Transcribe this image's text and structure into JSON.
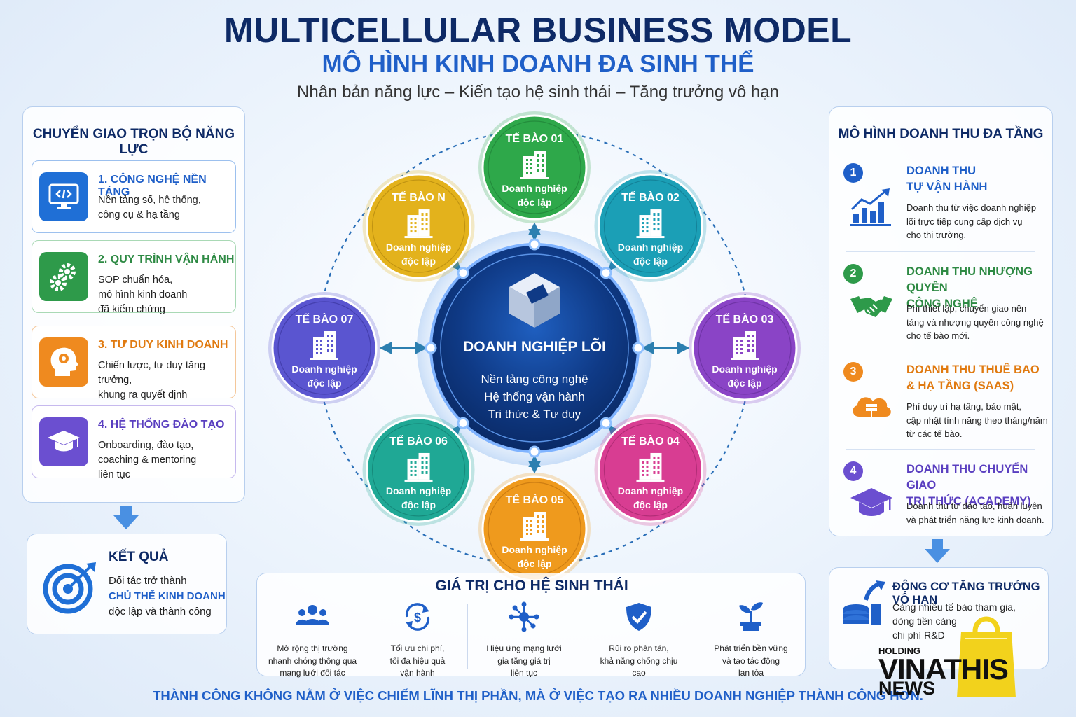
{
  "header": {
    "title": "MULTICELLULAR BUSINESS MODEL",
    "subtitle": "MÔ HÌNH KINH DOANH ĐA SINH THỂ",
    "tagline": "Nhân bản năng lực – Kiến tạo hệ sinh thái – Tăng trưởng vô hạn"
  },
  "left_panel": {
    "heading": "CHUYỂN GIAO TRỌN BỘ NĂNG LỰC",
    "items": [
      {
        "title": "1. CÔNG NGHỆ NỀN TẢNG",
        "desc": "Nền tảng số, hệ thống,\ncông cụ & hạ tầng",
        "color": "#1f6fd6",
        "icon": "code-monitor-icon"
      },
      {
        "title": "2. QUY TRÌNH VẬN HÀNH",
        "desc": "SOP chuẩn hóa,\nmô hình kinh doanh\nđã kiểm chứng",
        "color": "#2e9a4a",
        "icon": "gears-icon"
      },
      {
        "title": "3. TƯ DUY KINH DOANH",
        "desc": "Chiến lược, tư duy tăng trưởng,\nkhung ra quyết định",
        "color": "#ef8a1f",
        "icon": "head-brain-icon"
      },
      {
        "title": "4. HỆ THỐNG ĐÀO TẠO",
        "desc": "Onboarding, đào tạo,\ncoaching & mentoring\nliên tục",
        "color": "#6b4fd0",
        "icon": "graduation-cap-icon"
      }
    ]
  },
  "result": {
    "title": "KẾT QUẢ",
    "line1": "Đối tác trở thành",
    "line2": "CHỦ THỂ KINH DOANH",
    "line3": "độc lập và thành công",
    "icon": "target-icon"
  },
  "center": {
    "core_title": "DOANH NGHIỆP LÕI",
    "core_lines": [
      "Nền tảng công nghệ",
      "Hệ thống vận hành",
      "Tri thức & Tư duy"
    ],
    "cells": [
      {
        "name": "TẾ BÀO 01",
        "desc1": "Doanh nghiệp",
        "desc2": "độc lập",
        "color": "#2ea84a",
        "dark": "#1d7a33"
      },
      {
        "name": "TẾ BÀO 02",
        "desc1": "Doanh nghiệp",
        "desc2": "độc lập",
        "color": "#1b9fb6",
        "dark": "#0f6f86"
      },
      {
        "name": "TẾ BÀO 03",
        "desc1": "Doanh nghiệp",
        "desc2": "độc lập",
        "color": "#8a44c6",
        "dark": "#5f2a93"
      },
      {
        "name": "TẾ BÀO 04",
        "desc1": "Doanh nghiệp",
        "desc2": "độc lập",
        "color": "#d83d92",
        "dark": "#9a2366"
      },
      {
        "name": "TẾ BÀO 05",
        "desc1": "Doanh nghiệp",
        "desc2": "độc lập",
        "color": "#ef9a1d",
        "dark": "#b56a0c"
      },
      {
        "name": "TẾ BÀO 06",
        "desc1": "Doanh nghiệp",
        "desc2": "độc lập",
        "color": "#1fa895",
        "dark": "#10766a"
      },
      {
        "name": "TẾ BÀO 07",
        "desc1": "Doanh nghiệp",
        "desc2": "độc lập",
        "color": "#5a55d0",
        "dark": "#363197"
      },
      {
        "name": "TẾ BÀO N",
        "desc1": "Doanh nghiệp",
        "desc2": "độc lập",
        "color": "#e3b21c",
        "dark": "#a97f0c"
      }
    ]
  },
  "right_panel": {
    "heading": "MÔ HÌNH DOANH THU ĐA TẦNG",
    "items": [
      {
        "num": "1",
        "title": "DOANH THU\nTỰ VẬN HÀNH",
        "desc": "Doanh thu từ việc doanh nghiệp\nlõi trực tiếp cung cấp dịch vụ\ncho thị trường.",
        "color": "#1f5fc8",
        "icon": "growth-chart-icon"
      },
      {
        "num": "2",
        "title": "DOANH THU NHƯỢNG QUYỀN\nCÔNG NGHỆ",
        "desc": "Phí thiết lập, chuyển giao nền\ntảng và nhượng quyền công nghệ\ncho tế bào mới.",
        "color": "#2e9a4a",
        "icon": "handshake-icon"
      },
      {
        "num": "3",
        "title": "DOANH THU THUÊ BAO\n& HẠ TẦNG (SAAS)",
        "desc": "Phí duy trì hạ tầng, bảo mật,\ncập nhật tính năng theo tháng/năm\ntừ các tế bào.",
        "color": "#ef8a1f",
        "icon": "cloud-server-icon"
      },
      {
        "num": "4",
        "title": "DOANH THU CHUYỂN GIAO\nTRI THỨC (ACADEMY)",
        "desc": "Doanh thu từ đào tạo, huấn luyện\nvà phát triển năng lực kinh doanh.",
        "color": "#6b4fd0",
        "icon": "academy-cap-icon"
      }
    ]
  },
  "engine": {
    "title": "ĐỘNG CƠ TĂNG TRƯỞNG VÔ HẠN",
    "desc": "Càng nhiều tế bào tham gia,\ndòng tiền càng\nchi phí R&D",
    "icon": "coin-stack-growth-icon"
  },
  "values": {
    "heading": "GIÁ TRỊ CHO HỆ SINH THÁI",
    "items": [
      {
        "text": "Mở rộng thị trường\nnhanh chóng thông qua\nmạng lưới đối tác",
        "icon": "people-icon"
      },
      {
        "text": "Tối ưu chi phí,\ntối đa hiệu quả\nvận hành",
        "icon": "dollar-cycle-icon"
      },
      {
        "text": "Hiệu ứng mạng lưới\ngia tăng giá trị\nliên tục",
        "icon": "network-icon"
      },
      {
        "text": "Rủi ro phân tán,\nkhả năng chống chịu\ncao",
        "icon": "shield-check-icon"
      },
      {
        "text": "Phát triển bền vững\nvà tạo tác động\nlan tỏa",
        "icon": "sprout-icon"
      }
    ]
  },
  "footer": "THÀNH CÔNG KHÔNG NẰM Ở VIỆC CHIẾM LĨNH THỊ PHẦN, MÀ Ở VIỆC TẠO RA NHIỀU DOANH NGHIỆP THÀNH CÔNG HƠN.",
  "watermark": {
    "holding": "HOLDING",
    "brand": "VINATHIS",
    "news": "NEWS"
  }
}
